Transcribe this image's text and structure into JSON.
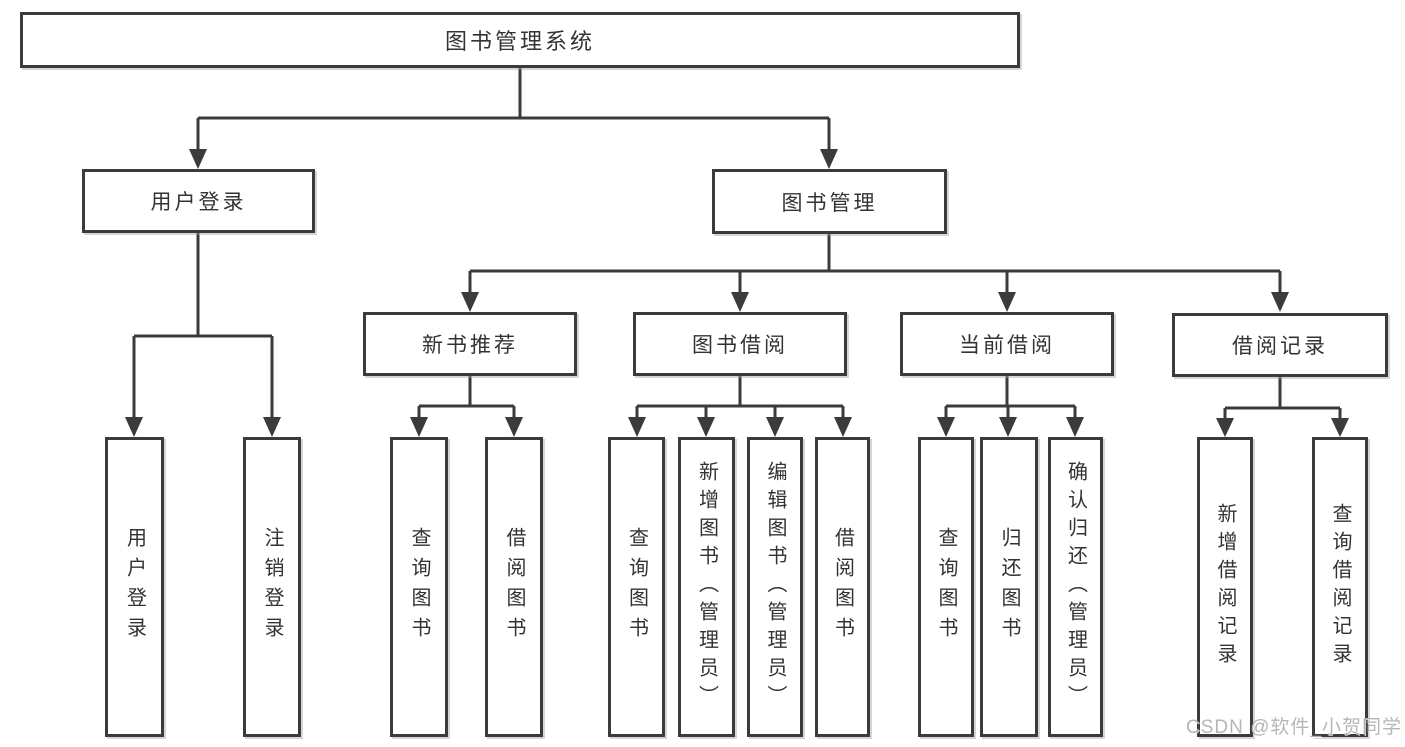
{
  "diagram": {
    "root": {
      "label": "图书管理系统"
    },
    "branches": [
      {
        "label": "用户登录",
        "children": [
          {
            "label": "用户登录"
          },
          {
            "label": "注销登录"
          }
        ]
      },
      {
        "label": "图书管理",
        "children": [
          {
            "label": "新书推荐",
            "children": [
              {
                "label": "查询图书"
              },
              {
                "label": "借阅图书"
              }
            ]
          },
          {
            "label": "图书借阅",
            "children": [
              {
                "label": "查询图书"
              },
              {
                "label": "新增图书（管理员）"
              },
              {
                "label": "编辑图书（管理员）"
              },
              {
                "label": "借阅图书"
              }
            ]
          },
          {
            "label": "当前借阅",
            "children": [
              {
                "label": "查询图书"
              },
              {
                "label": "归还图书"
              },
              {
                "label": "确认归还（管理员）"
              }
            ]
          },
          {
            "label": "借阅记录",
            "children": [
              {
                "label": "新增借阅记录"
              },
              {
                "label": "查询借阅记录"
              }
            ]
          }
        ]
      }
    ]
  },
  "watermark": {
    "text": "CSDN @软件_小贺同学"
  },
  "colors": {
    "line": "#3b3b3b",
    "text": "#333333",
    "background": "#ffffff",
    "watermark": "#b2b2b2"
  }
}
